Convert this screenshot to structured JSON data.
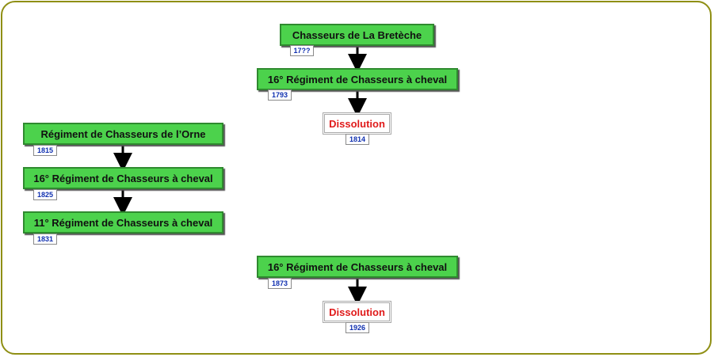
{
  "nodes": {
    "chasseurs_la_breteche": "Chasseurs de La Bretèche",
    "regiment_16_1793": "16° Régiment de Chasseurs à cheval",
    "dissolution_1814": "Dissolution",
    "regiment_orne": "Régiment de Chasseurs de l’Orne",
    "regiment_16_1825": "16° Régiment de Chasseurs à cheval",
    "regiment_11_1831": "11° Régiment de Chasseurs à cheval",
    "regiment_16_1873": "16° Régiment de Chasseurs à cheval",
    "dissolution_1926": "Dissolution"
  },
  "years": {
    "breteche": "17??",
    "y1793": "1793",
    "y1814": "1814",
    "y1815": "1815",
    "y1825": "1825",
    "y1831": "1831",
    "y1873": "1873",
    "y1926": "1926"
  },
  "colors": {
    "box_fill": "#4cd24c",
    "box_border": "#2f8a2f",
    "dissolution_text": "#e01b1b",
    "year_text": "#1030b0",
    "frame_border": "#8f8f14"
  }
}
